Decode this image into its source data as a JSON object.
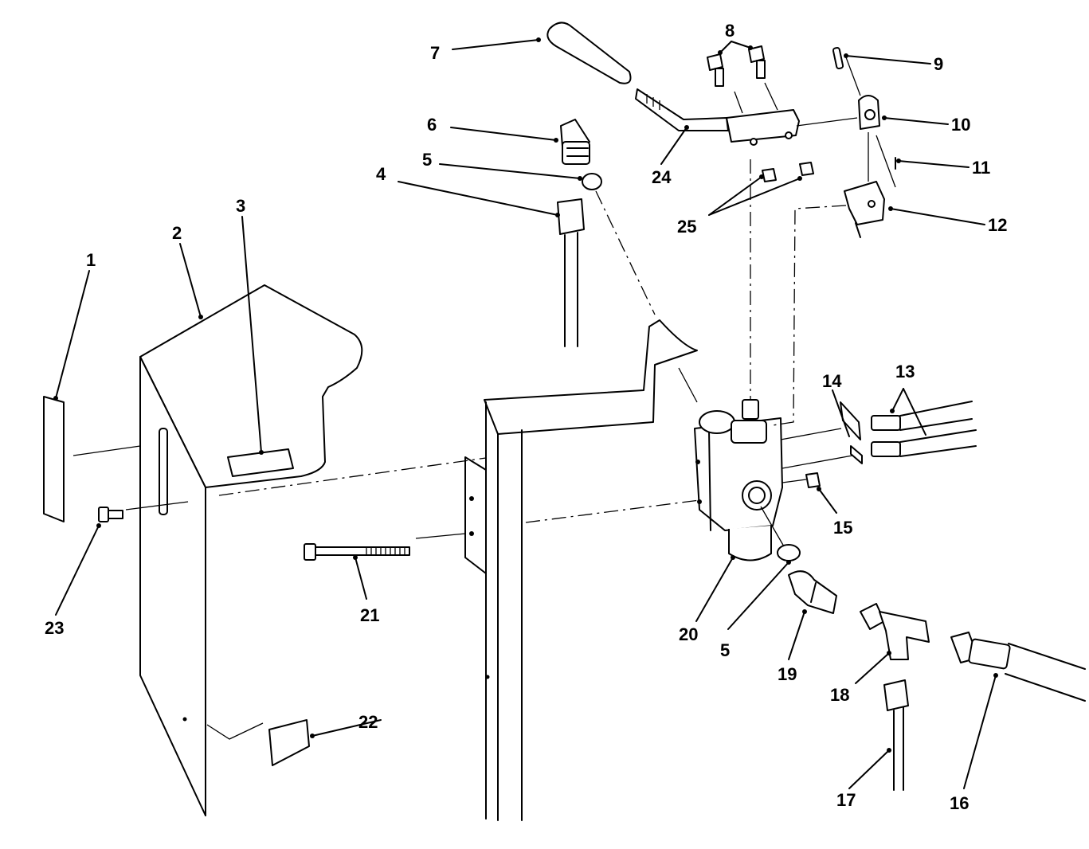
{
  "callouts": {
    "c1": "1",
    "c2": "2",
    "c3": "3",
    "c4": "4",
    "c5a": "5",
    "c5b": "5",
    "c6": "6",
    "c7": "7",
    "c8": "8",
    "c9": "9",
    "c10": "10",
    "c11": "11",
    "c12": "12",
    "c13": "13",
    "c14": "14",
    "c15": "15",
    "c16": "16",
    "c17": "17",
    "c18": "18",
    "c19": "19",
    "c20": "20",
    "c21": "21",
    "c22": "22",
    "c23": "23",
    "c24": "24",
    "c25": "25"
  },
  "colors": {
    "ink": "#000000",
    "paper": "#ffffff"
  }
}
